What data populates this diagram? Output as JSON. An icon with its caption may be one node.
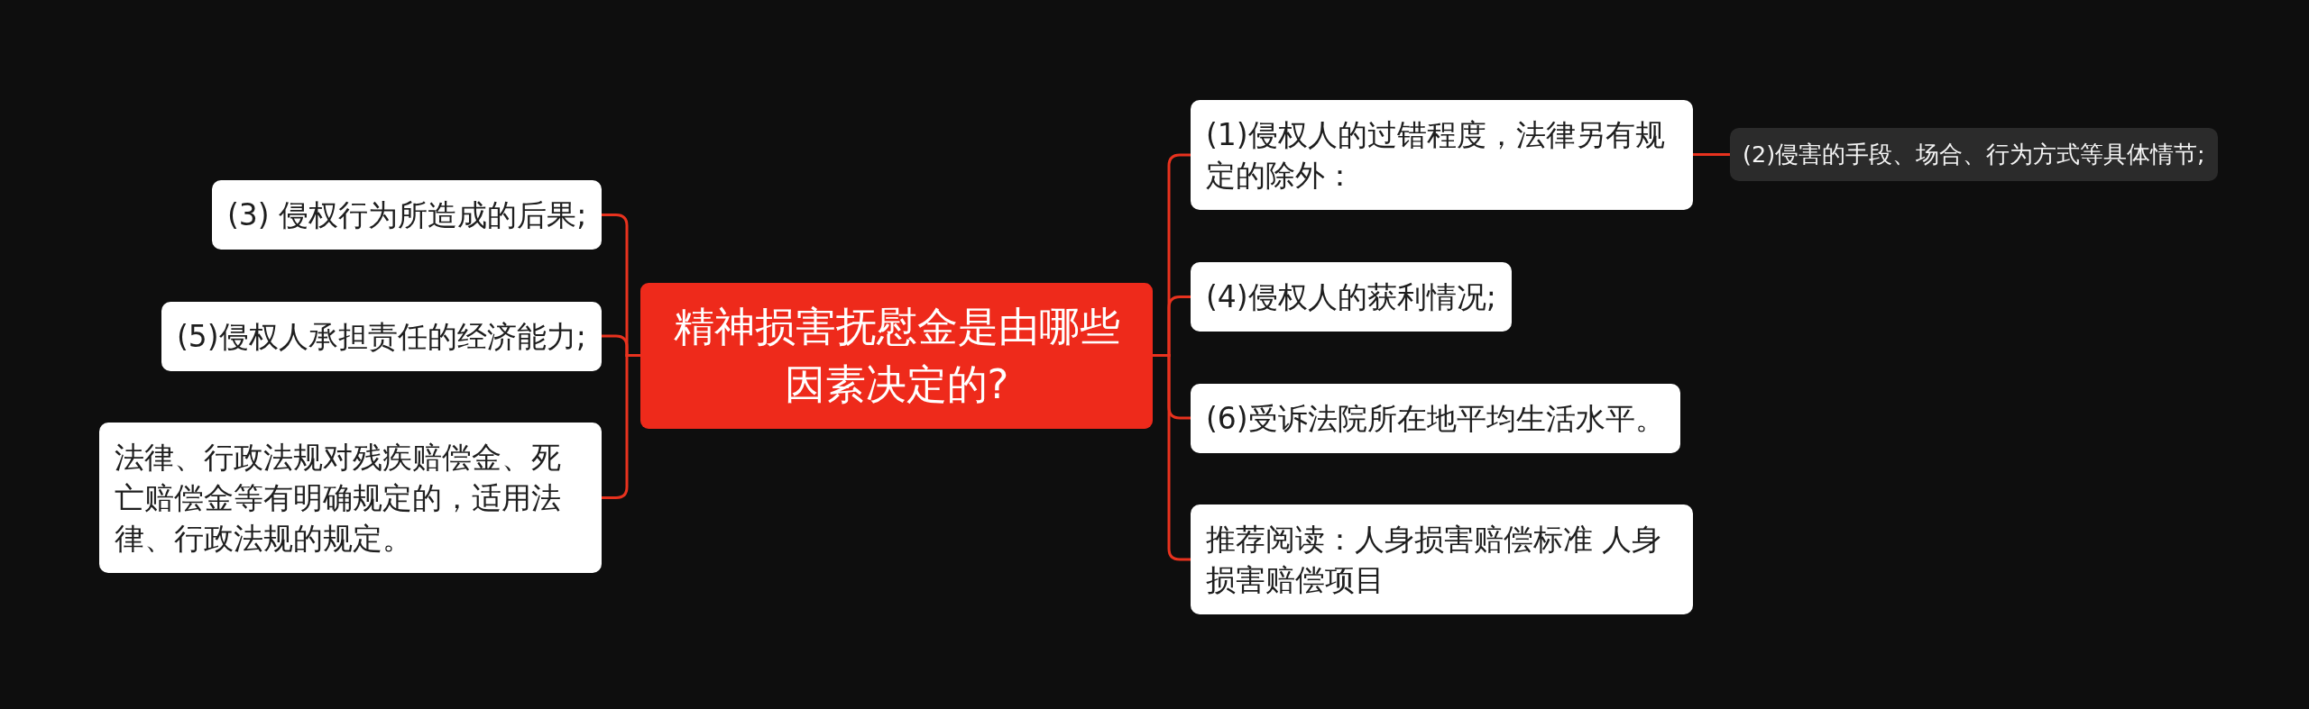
{
  "diagram": {
    "nodes": [
      {
        "text": [
          "精神损害抚慰金是由哪些因素决定的?"
        ]
      },
      {
        "text": [
          "(3) 侵权行为所造成的后果;"
        ]
      },
      {
        "text": [
          "(5)侵权人承担责任的经济能力;"
        ]
      },
      {
        "text": [
          "法律、行政法规对残疾赔偿金、死亡赔偿金等有明确规定的，适用法律、行政法规的规定。"
        ]
      },
      {
        "text": [
          "(1)侵权人的过错程度，法律另有规定的除外："
        ]
      },
      {
        "text": [
          "(2)侵害的手段、场合、行为方式等具体情节;"
        ]
      },
      {
        "text": [
          "(4)侵权人的获利情况;"
        ]
      },
      {
        "text": [
          "(6)受诉法院所在地平均生活水平。"
        ]
      },
      {
        "text": [
          "推荐阅读：人身损害赔偿标准 人身损害赔偿项目"
        ]
      }
    ],
    "edges": [
      {
        "from": 0,
        "to": 1,
        "arrow": "none"
      },
      {
        "from": 0,
        "to": 2,
        "arrow": "none"
      },
      {
        "from": 0,
        "to": 3,
        "arrow": "none"
      },
      {
        "from": 0,
        "to": 4,
        "arrow": "none"
      },
      {
        "from": 4,
        "to": 5,
        "arrow": "none"
      },
      {
        "from": 0,
        "to": 6,
        "arrow": "none"
      },
      {
        "from": 0,
        "to": 7,
        "arrow": "none"
      },
      {
        "from": 0,
        "to": 8,
        "arrow": "none"
      }
    ]
  }
}
